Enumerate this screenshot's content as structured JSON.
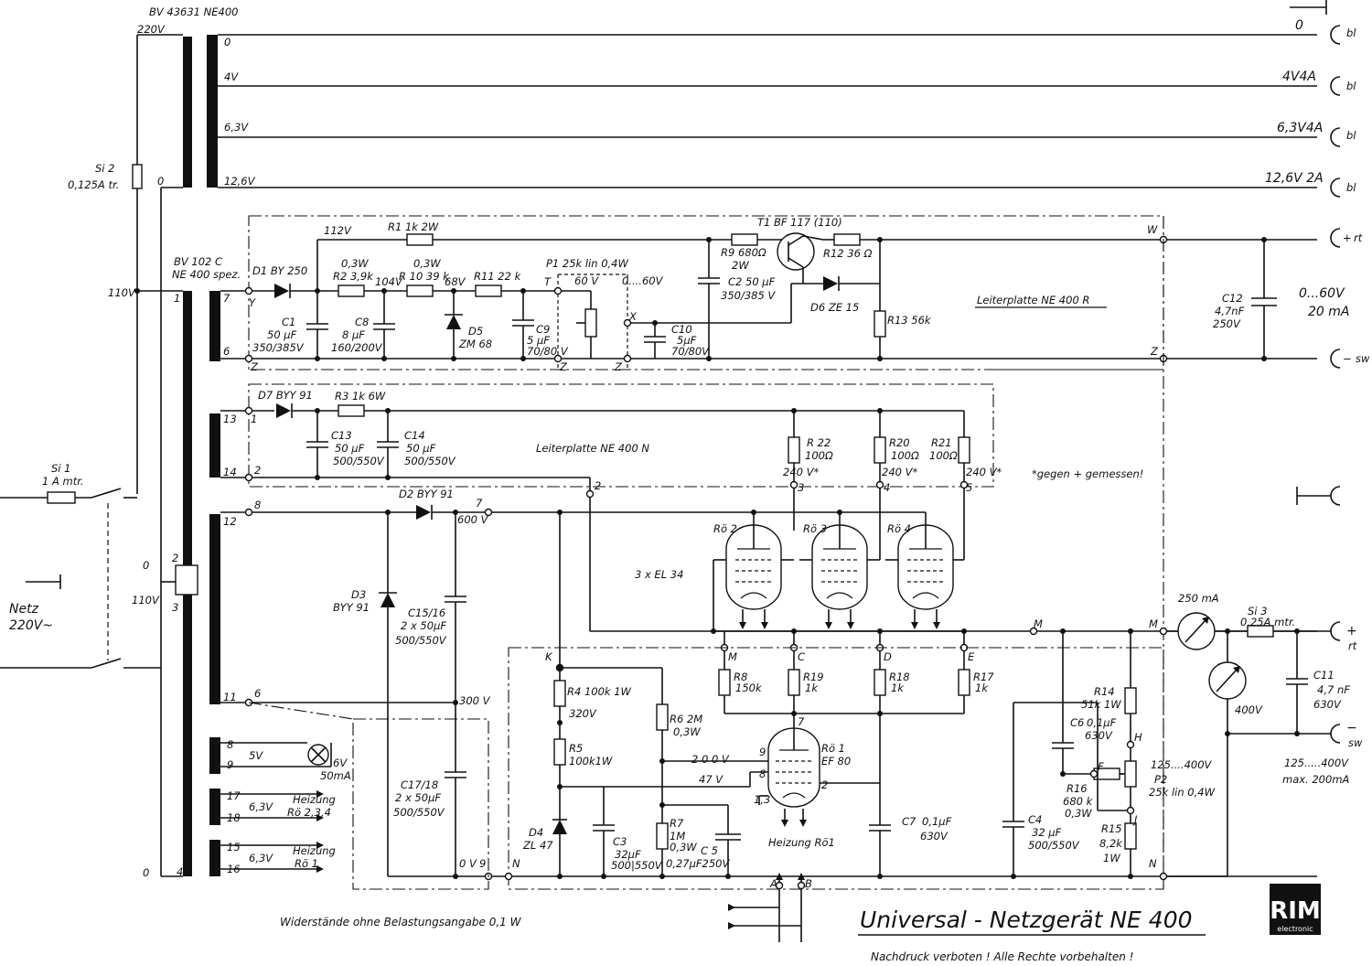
{
  "transformer": {
    "name": "BV 43631 NE400",
    "primary_label": "220V",
    "taps": [
      "0",
      "4V",
      "6,3V",
      "12,6V"
    ],
    "secondary_name": "BV 102 C",
    "secondary_name2": "NE 400 spez."
  },
  "fuses": {
    "si2": "Si 2",
    "si2_value": "0,125A tr.",
    "si1": "Si 1",
    "si1_value": "1 A mtr.",
    "si3": "Si 3",
    "si3_value": "0,25A mtr."
  },
  "mains": {
    "label": "Netz",
    "voltage": "220V~",
    "v110": "110V",
    "zero": "0"
  },
  "outputs": {
    "o0": "0",
    "o4v": "4V4A",
    "o63v": "6,3V4A",
    "o126v": "12,6V 2A",
    "bl": "bl",
    "rt": "rt",
    "sw": "sw",
    "plus": "+",
    "minus": "−",
    "range_60": "0...60V",
    "range_60_ma": "20 mA",
    "range_400": "125.....400V",
    "range_400_ma": "max. 200mA"
  },
  "regulator": {
    "v112": "112V",
    "r1": "R1 1k 2W",
    "d1": "D1 BY 250",
    "c1": "C1",
    "c1_val": "50 µF",
    "c1_v": "350/385V",
    "r2_w": "0,3W",
    "r2": "R2 3,9k",
    "v104": "104V",
    "c8": "C8",
    "c8_val": "8 µF",
    "c8_v": "160/200V",
    "r10_w": "0,3W",
    "r10": "R 10 39 k",
    "v68": "68V",
    "d5": "D5",
    "d5_type": "ZM 68",
    "r11": "R11 22 k",
    "c9": "C9",
    "c9_val": "5 µF",
    "c9_v": "70/80 V",
    "p1": "P1 25k lin 0,4W",
    "p1_range": "0....60V",
    "p1_60v": "60 V",
    "t1": "T1 BF 117 (110)",
    "r9": "R9 680Ω",
    "r9_w": "2W",
    "c2": "C2 50 µF",
    "c2_v": "350/385 V",
    "r12": "R12 36 Ω",
    "d6": "D6 ZE 15",
    "r13": "R13 56k",
    "c10": "C10",
    "c10_val": "5µF",
    "c10_v": "70/80V",
    "c12": "C12",
    "c12_val": "4,7nF",
    "c12_v": "250V",
    "board": "Leiterplatte NE 400 R",
    "pin_t": "T",
    "pin_x": "X",
    "pin_y": "Y",
    "pin_z": "Z",
    "pin_w": "W",
    "w7": "7",
    "w6": "6"
  },
  "aux": {
    "d7": "D7 BYY 91",
    "r3": "R3 1k 6W",
    "c13": "C13",
    "c13_val": "50 µF",
    "c13_v": "500/550V",
    "c14": "C14",
    "c14_val": "50 µF",
    "c14_v": "500/550V",
    "board": "Leiterplatte NE 400 N",
    "w13": "13",
    "w14": "14",
    "p1": "1",
    "p2": "2"
  },
  "tubes": {
    "r22": "R 22",
    "r22_val": "100Ω",
    "r20": "R20",
    "r20_val": "100Ω",
    "r21": "R21",
    "r21_val": "100Ω",
    "v240": "240 V*",
    "note": "*gegen + gemessen!",
    "ro2": "Rö 2",
    "ro3": "Rö 3",
    "ro4": "Rö 4",
    "el34": "3 x EL 34",
    "r8": "R8",
    "r8_val": "150k",
    "r19": "R19",
    "r19_val": "1k",
    "r18": "R18",
    "r18_val": "1k",
    "r17": "R17",
    "r17_val": "1k",
    "ro1": "Rö 1",
    "ro1_type": "EF 80",
    "heizung_ro1": "Heizung Rö1",
    "n3": "3",
    "n4": "4",
    "n5": "5",
    "n2": "2",
    "n7": "7",
    "n8": "8",
    "n9": "9",
    "n1": "1",
    "n13": "1,3",
    "m": "M",
    "c": "C",
    "d": "D",
    "e": "E",
    "a": "A",
    "b": "B"
  },
  "hv": {
    "d2": "D2 BYY 91",
    "v600": "600 V",
    "d3": "D3",
    "d3_type": "BYY 91",
    "c1516": "C15/16",
    "c1516_val": "2 x 50µF",
    "c1516_v": "500/550V",
    "c1718": "C17/18",
    "c1718_val": "2 x 50µF",
    "c1718_v": "500/550V",
    "v300": "300 V",
    "v0": "0 V",
    "w12": "12",
    "w11": "11",
    "p8": "8",
    "p6": "6",
    "p7": "7",
    "p9": "9"
  },
  "control": {
    "r4": "R4 100k 1W",
    "v320": "320V",
    "r5": "R5",
    "r5_val": "100k1W",
    "r6": "R6 2M",
    "r6_w": "0,3W",
    "r7": "R7",
    "r7_val": "1M",
    "r7_w": "0,3W",
    "d4": "D4",
    "d4_type": "ZL 47",
    "c3": "C3",
    "c3_val": "32µF",
    "c3_v": "500|550V",
    "c5": "C 5",
    "c5_val": "0,27µF250V",
    "c7": "C7",
    "c7_val": "0,1µF",
    "c7_v": "630V",
    "v200": "2 0 0 V",
    "v47": "47 V",
    "k": "K",
    "n": "N"
  },
  "output_stage": {
    "meter_ma": "250 mA",
    "meter_v": "400V",
    "c4": "C4",
    "c4_val": "32 µF",
    "c4_v": "500/550V",
    "c6": "C6",
    "c6_val": "0,1µF",
    "c6_v": "630V",
    "r14": "R14",
    "r14_val": "51k 1W",
    "r16": "R16",
    "r16_val": "680 k",
    "r16_w": "0,3W",
    "r15": "R15",
    "r15_val": "8,2k",
    "r15_w": "1W",
    "p2": "P2",
    "p2_val": "25k lin 0,4W",
    "p2_range": "125....400V",
    "c11": "C11",
    "c11_val": "4,7 nF",
    "c11_v": "630V",
    "h": "H",
    "f": "F",
    "j": "J",
    "m": "M"
  },
  "heater": {
    "t8": "8",
    "t9": "9",
    "v5": "5V",
    "lamp": "6V",
    "lamp_ma": "50mA",
    "t17": "17",
    "t18": "18",
    "v63a": "6,3V",
    "heiz1": "Heizung",
    "heiz1_t": "Rö 2,3,4",
    "t15": "15",
    "t16": "16",
    "v63b": "6,3V",
    "heiz2": "Heizung",
    "heiz2_t": "Rö 1"
  },
  "core": {
    "p2": "2",
    "p3": "3",
    "p1": "1",
    "p4": "4",
    "zero": "0",
    "v110": "110V"
  },
  "footer": {
    "note": "Widerstände ohne Belastungsangabe 0,1 W",
    "title": "Universal - Netzgerät   NE 400",
    "copyright": "Nachdruck verboten !  Alle Rechte vorbehalten !",
    "logo": "RIM",
    "logo_sub": "electronic"
  }
}
